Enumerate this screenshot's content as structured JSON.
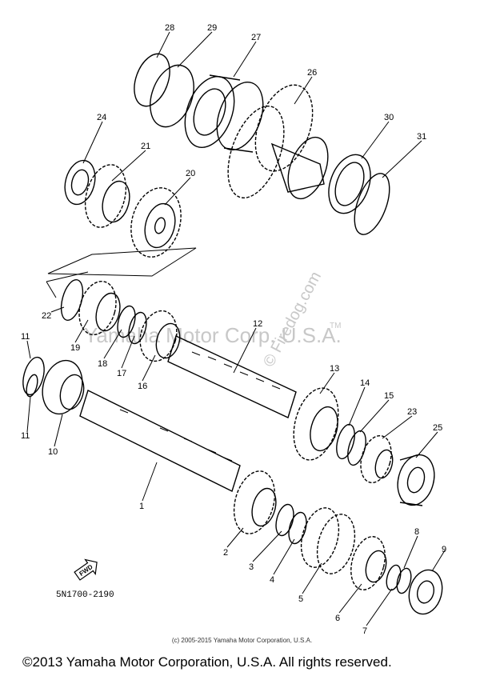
{
  "diagram": {
    "watermark_text": "Yamaha Motor Corp. U.S.A.",
    "watermark_tm": "TM",
    "site_watermark": "© Firedog.com",
    "part_code": "5N1700-2190",
    "fwd_label": "FWD",
    "small_copyright": "(c) 2005-2015 Yamaha Motor Corporation, U.S.A.",
    "footer_copyright": "©2013 Yamaha Motor Corporation, U.S.A. All rights reserved.",
    "callouts": {
      "c1": "1",
      "c2": "2",
      "c3": "3",
      "c4": "4",
      "c5": "5",
      "c6": "6",
      "c7": "7",
      "c8": "8",
      "c9": "9",
      "c10": "10",
      "c11a": "11",
      "c11b": "11",
      "c12": "12",
      "c13": "13",
      "c14": "14",
      "c15": "15",
      "c16": "16",
      "c17": "17",
      "c18": "18",
      "c19": "19",
      "c20": "20",
      "c21": "21",
      "c22": "22",
      "c23": "23",
      "c24": "24",
      "c25": "25",
      "c26": "26",
      "c27": "27",
      "c28": "28",
      "c29": "29",
      "c30": "30",
      "c31": "31"
    }
  }
}
